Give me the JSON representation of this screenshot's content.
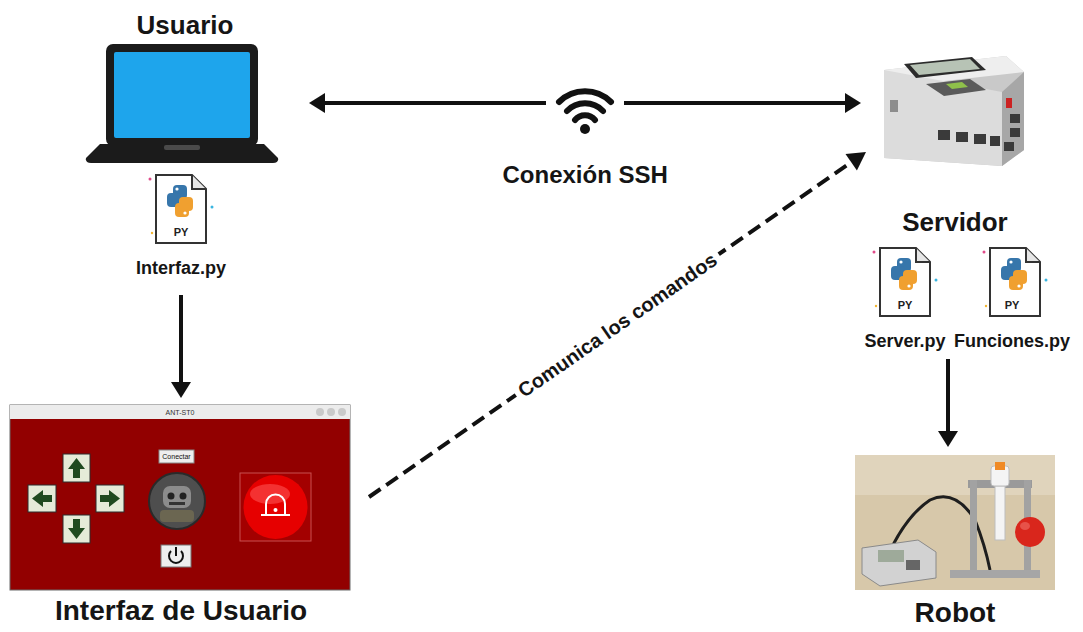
{
  "diagram": {
    "nodes": [
      {
        "text": [
          "Usuario"
        ]
      },
      {
        "text": [
          "PY",
          "Interfaz.py"
        ]
      },
      {
        "text": [
          "Interfaz de Usuario"
        ]
      },
      {
        "text": [
          "Servidor"
        ]
      },
      {
        "text": [
          "PY",
          "Server.py"
        ]
      },
      {
        "text": [
          "PY",
          "Funciones.py"
        ]
      },
      {
        "text": [
          "Robot"
        ]
      }
    ],
    "edges": [
      {
        "from": 0,
        "to": 3,
        "arrow": "both",
        "label": "Conexión SSH"
      },
      {
        "from": 1,
        "to": 2,
        "arrow": "to"
      },
      {
        "from": 2,
        "to": 3,
        "arrow": "to",
        "label": "Comunica los comandos"
      },
      {
        "from": 5,
        "to": 6,
        "arrow": "to"
      }
    ],
    "labels": [
      "ANT-ST0",
      "Conectar"
    ]
  }
}
